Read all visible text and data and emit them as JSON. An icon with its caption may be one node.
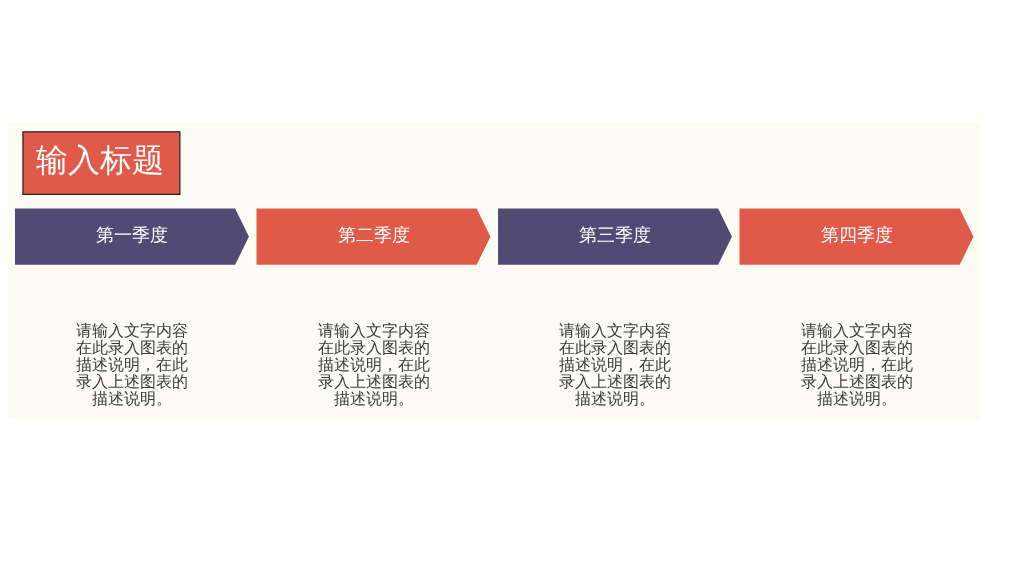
{
  "diagram": {
    "title": "输入标题",
    "nodes": [
      {
        "text": [
          "第一季度"
        ],
        "beside": [
          "请输入文字内容在此录入图表的描述说明，在此录入上述图表的描述说明。"
        ]
      },
      {
        "text": [
          "第二季度"
        ],
        "beside": [
          "请输入文字内容在此录入图表的描述说明，在此录入上述图表的描述说明。"
        ]
      },
      {
        "text": [
          "第三季度"
        ],
        "beside": [
          "请输入文字内容在此录入图表的描述说明，在此录入上述图表的描述说明。"
        ]
      },
      {
        "text": [
          "第四季度"
        ],
        "beside": [
          "请输入文字内容在此录入图表的描述说明，在此录入上述图表的描述说明。"
        ]
      }
    ]
  }
}
